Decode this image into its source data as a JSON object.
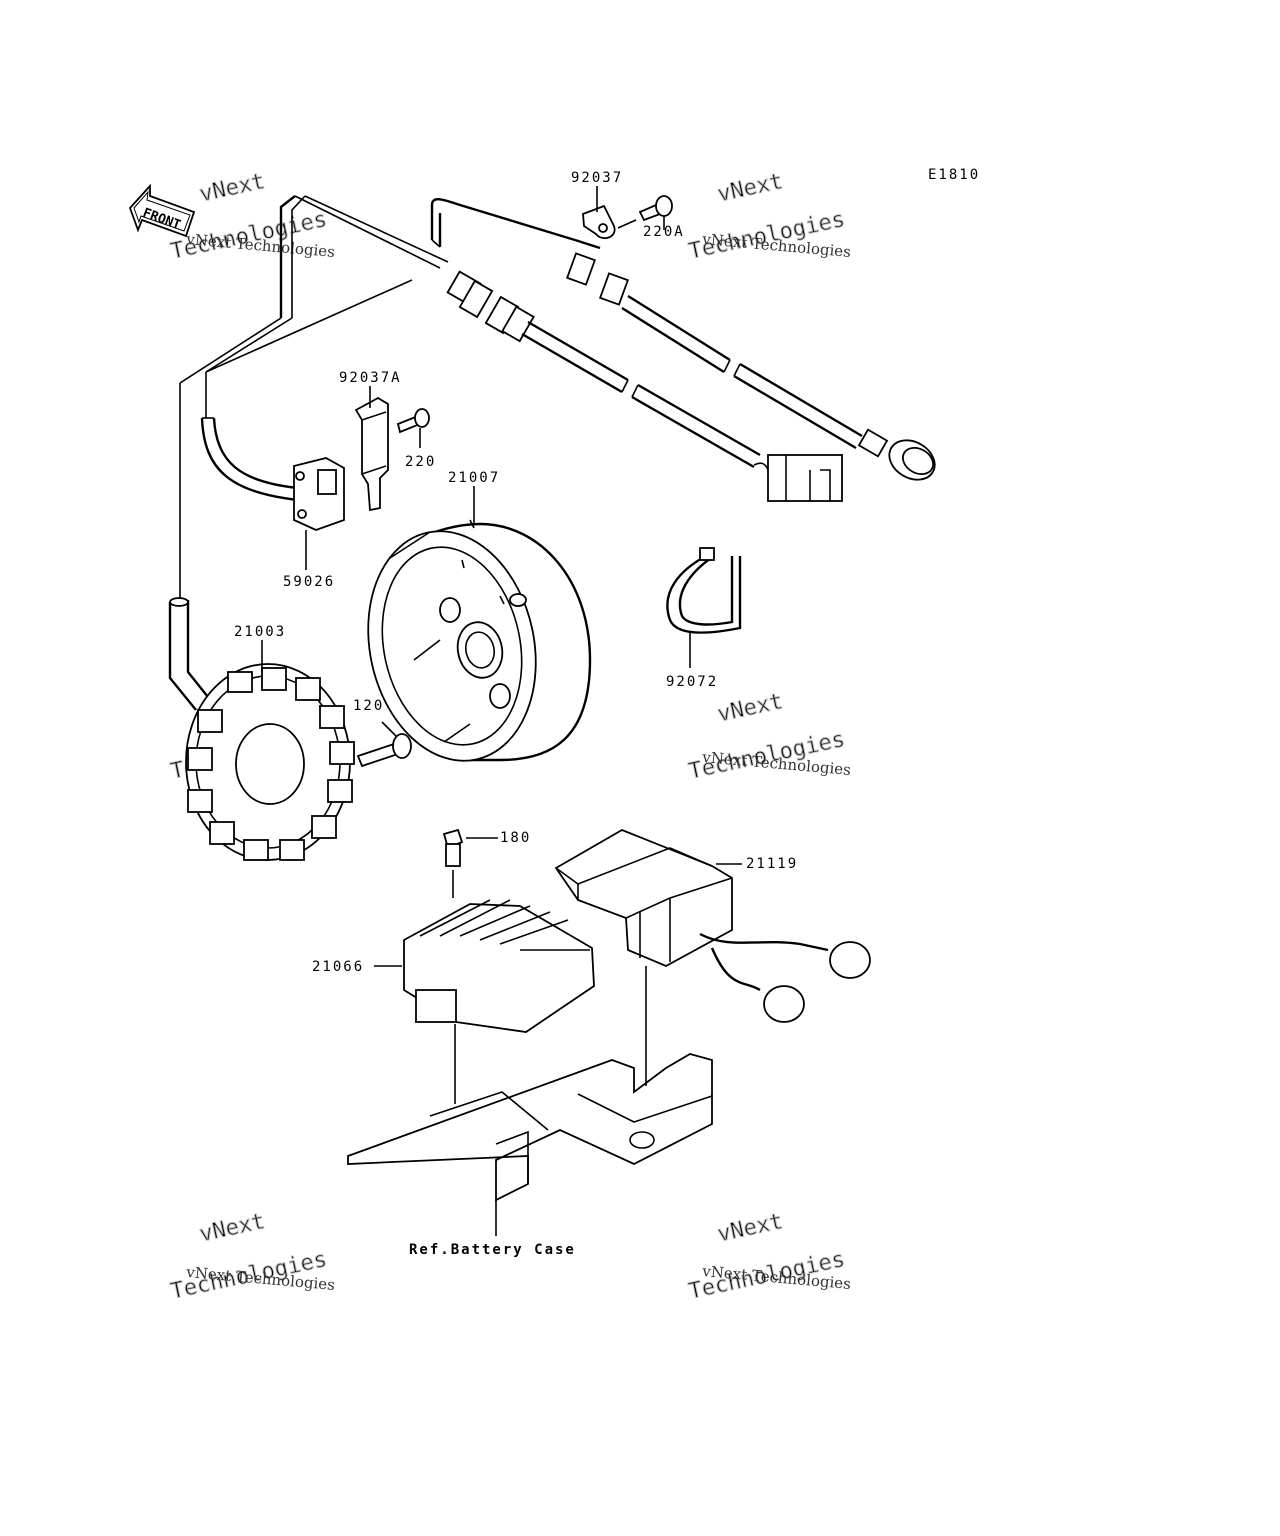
{
  "diagram_code": "E1810",
  "front_label": "FRONT",
  "parts": [
    {
      "id": "p92037",
      "label": "92037"
    },
    {
      "id": "p220A",
      "label": "220A"
    },
    {
      "id": "p92037A",
      "label": "92037A"
    },
    {
      "id": "p220",
      "label": "220"
    },
    {
      "id": "p21007",
      "label": "21007"
    },
    {
      "id": "p59026",
      "label": "59026"
    },
    {
      "id": "p21003",
      "label": "21003"
    },
    {
      "id": "p92072",
      "label": "92072"
    },
    {
      "id": "p120",
      "label": "120"
    },
    {
      "id": "p180",
      "label": "180"
    },
    {
      "id": "p21119",
      "label": "21119"
    },
    {
      "id": "p21066",
      "label": "21066"
    }
  ],
  "reference_label": "Ref.Battery Case",
  "watermark": {
    "line1": "vNext Technologies",
    "line2": "vNext",
    "line3": "Technologies"
  }
}
